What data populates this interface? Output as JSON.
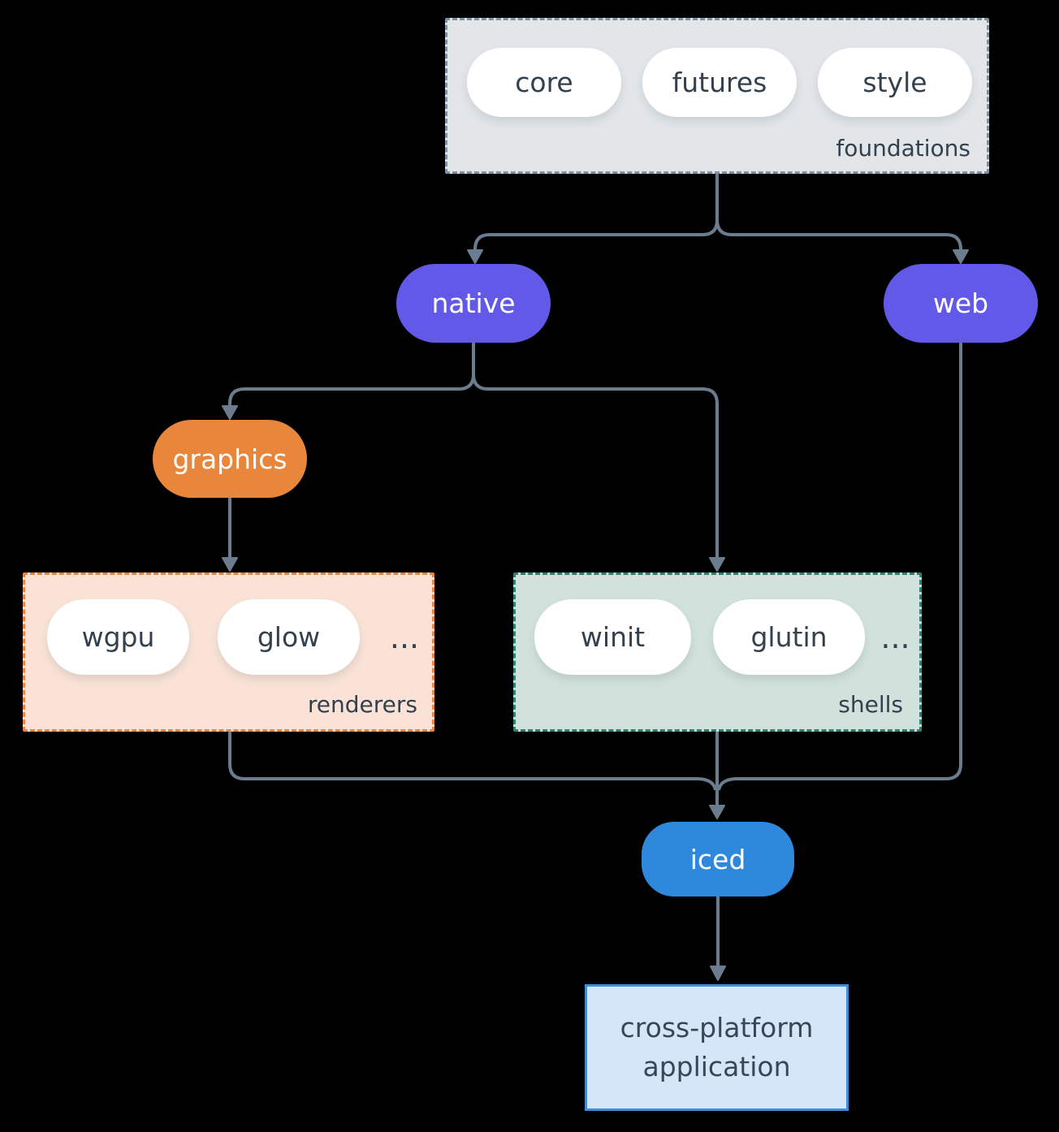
{
  "diagram": {
    "foundations": {
      "pills": [
        "core",
        "futures",
        "style"
      ],
      "label": "foundations"
    },
    "native": {
      "label": "native"
    },
    "web": {
      "label": "web"
    },
    "graphics": {
      "label": "graphics"
    },
    "renderers": {
      "pills": [
        "wgpu",
        "glow"
      ],
      "ellipsis": "...",
      "label": "renderers"
    },
    "shells": {
      "pills": [
        "winit",
        "glutin"
      ],
      "ellipsis": "...",
      "label": "shells"
    },
    "iced": {
      "label": "iced"
    },
    "application": {
      "lines": [
        "cross-platform",
        "application"
      ]
    }
  },
  "colors": {
    "background": "#000000",
    "connector": "#6b7c8f",
    "text_dark": "#33404e",
    "node_purple": "#6359e9",
    "node_orange": "#e8873c",
    "node_blue": "#2e89dd",
    "foundations_fill": "#e2e6e9",
    "foundations_border": "#7e90a4",
    "renderers_fill": "#fae3d6",
    "renderers_border": "#e8863c",
    "shells_fill": "#d1e2dc",
    "shells_border": "#2e8070",
    "application_fill": "#d5e6f8",
    "application_border": "#3e8edc"
  }
}
